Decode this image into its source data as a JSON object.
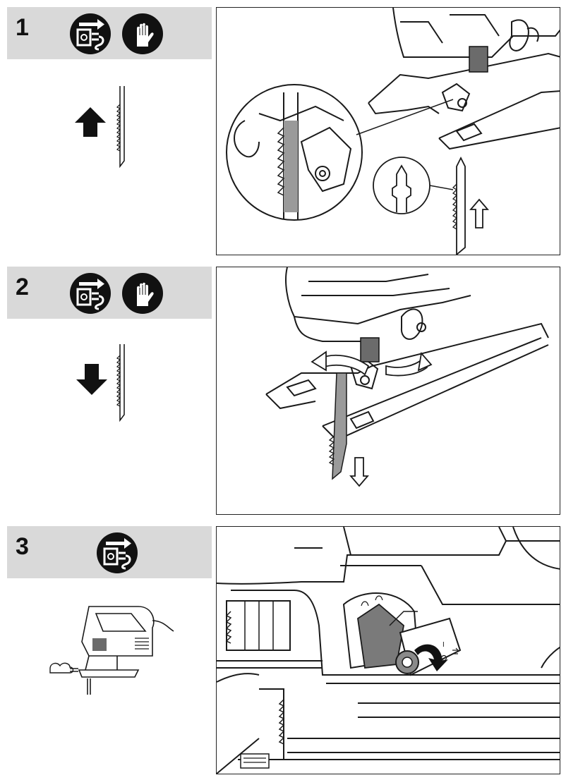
{
  "steps": [
    {
      "number": "1",
      "icons": [
        "unplug-icon",
        "gloves-icon"
      ],
      "arrow": "up"
    },
    {
      "number": "2",
      "icons": [
        "unplug-icon",
        "gloves-icon"
      ],
      "arrow": "down"
    },
    {
      "number": "3",
      "icons": [
        "unplug-icon"
      ]
    }
  ],
  "colors": {
    "band": "#d9d9d9",
    "ink": "#1a1a1a",
    "part": "#6b6b6b"
  }
}
